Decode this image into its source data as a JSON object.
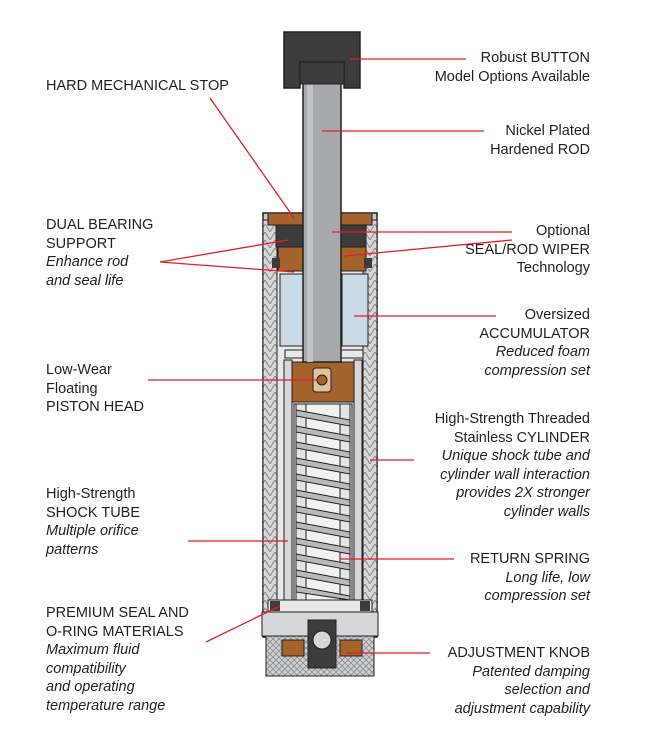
{
  "colors": {
    "leader": "#e41e26",
    "bronze": "#a4632b",
    "steel": "#d6d7d8",
    "rod": "#a8a9ad",
    "dark": "#3c3c3c",
    "accumulator": "#c9dbe6"
  },
  "callouts": {
    "button": {
      "line1": "Robust BUTTON",
      "line2": "Model Options Available"
    },
    "rod": {
      "line1": "Nickel Plated",
      "line2": "Hardened ROD"
    },
    "stop": {
      "line1": "HARD MECHANICAL STOP"
    },
    "bearing": {
      "line1": "DUAL BEARING",
      "line2": "SUPPORT",
      "line3": "Enhance rod",
      "line4": "and seal life"
    },
    "wiper": {
      "line1": "Optional",
      "line2": "SEAL/ROD WIPER",
      "line3": "Technology"
    },
    "accumulator": {
      "line1": "Oversized",
      "line2": "ACCUMULATOR",
      "line3": "Reduced foam",
      "line4": "compression set"
    },
    "piston": {
      "line1": "Low-Wear",
      "line2": "Floating",
      "line3": "PISTON HEAD"
    },
    "cylinder": {
      "line1": "High-Strength Threaded",
      "line2": "Stainless CYLINDER",
      "line3": "Unique shock tube and",
      "line4": "cylinder wall interaction",
      "line5": "provides 2X stronger",
      "line6": "cylinder walls"
    },
    "shock_tube": {
      "line1": "High-Strength",
      "line2": "SHOCK TUBE",
      "line3": "Multiple orifice",
      "line4": "patterns"
    },
    "spring": {
      "line1": "RETURN SPRING",
      "line2": "Long life, low",
      "line3": "compression set"
    },
    "seal": {
      "line1": "PREMIUM SEAL AND",
      "line2": "O-RING MATERIALS",
      "line3": "Maximum fluid",
      "line4": "compatibility",
      "line5": "and operating",
      "line6": "temperature range"
    },
    "knob": {
      "line1": "ADJUSTMENT KNOB",
      "line2": "Patented damping",
      "line3": "selection and",
      "line4": "adjustment capability"
    }
  }
}
